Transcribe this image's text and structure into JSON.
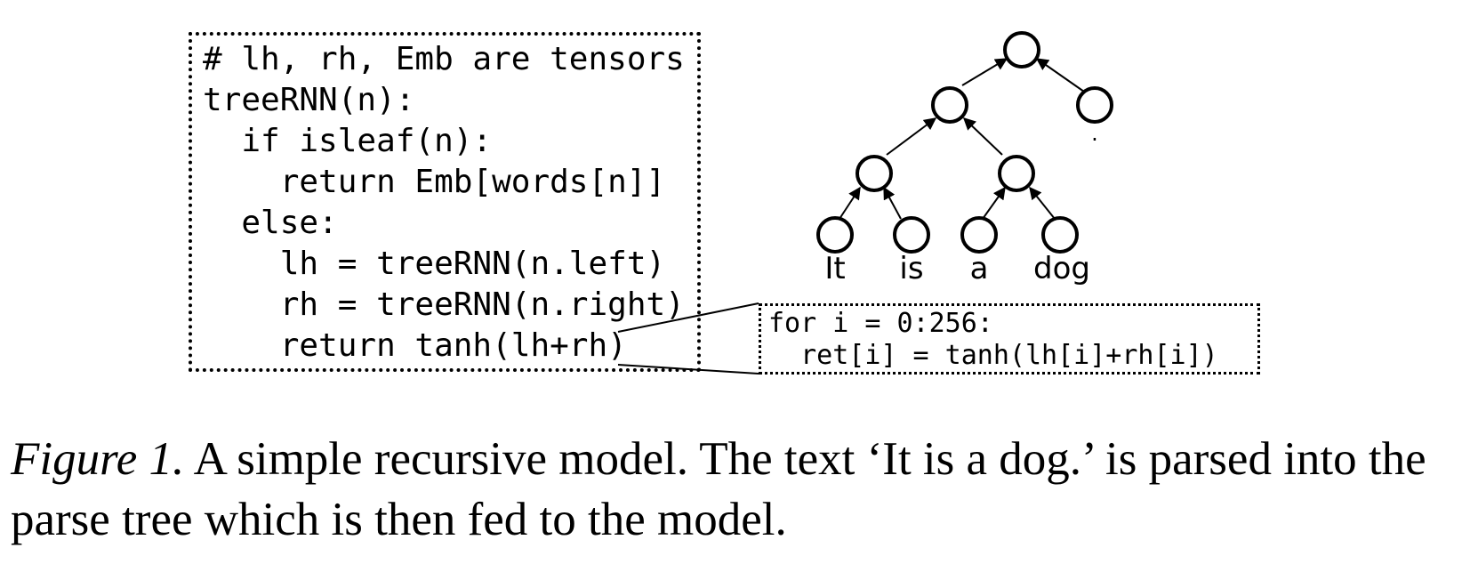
{
  "code": {
    "lines": [
      "# lh, rh, Emb are tensors",
      "treeRNN(n):",
      "  if isleaf(n):",
      "    return Emb[words[n]]",
      "  else:",
      "    lh = treeRNN(n.left)",
      "    rh = treeRNN(n.right)",
      "    return tanh(lh+rh)"
    ]
  },
  "loop": {
    "lines": [
      "for i = 0:256:",
      "  ret[i] = tanh(lh[i]+rh[i])"
    ]
  },
  "tree": {
    "leaves": [
      "It",
      "is",
      "a",
      "dog"
    ],
    "period_leaf": "."
  },
  "caption": {
    "label": "Figure 1.",
    "text": " A simple recursive model. The text ‘It is a dog.’ is parsed into the parse tree which is then fed to the model."
  }
}
